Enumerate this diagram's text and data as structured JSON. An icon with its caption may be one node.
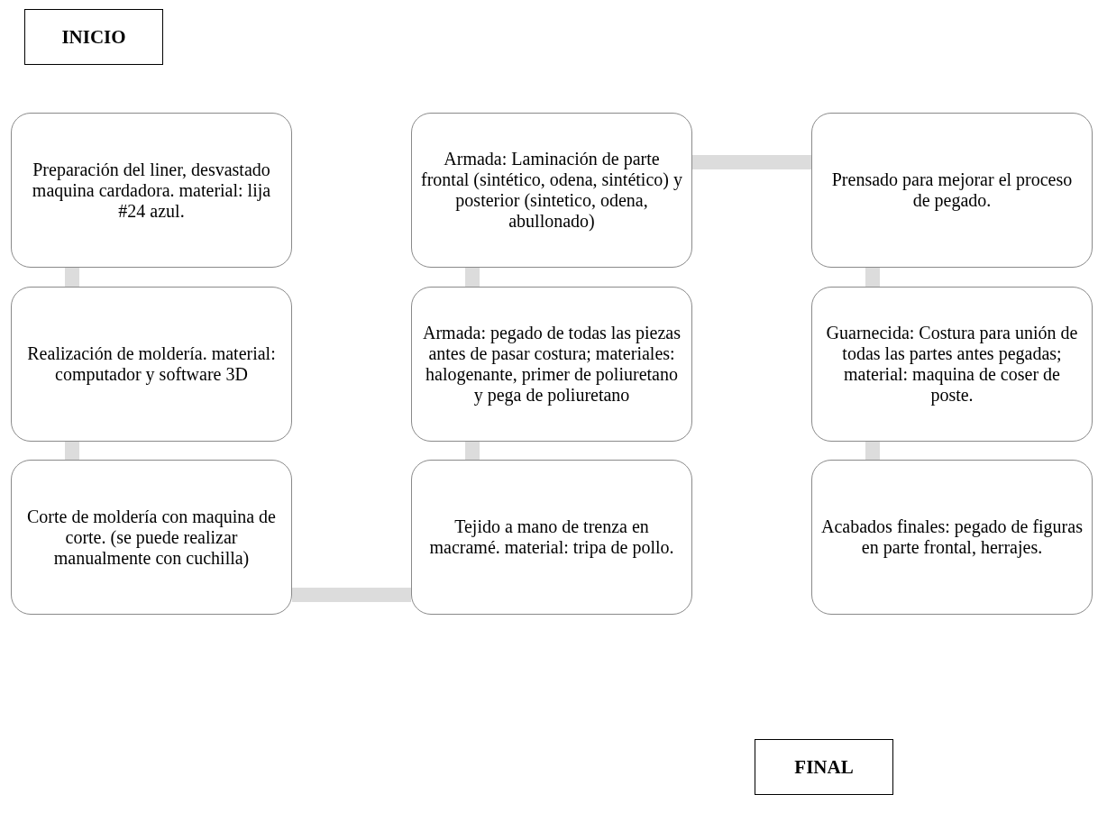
{
  "diagram": {
    "nodes": [
      {
        "text": [
          "INICIO"
        ]
      },
      {
        "text": [
          "Preparación del liner, desvastado maquina cardadora. material: lija #24 azul."
        ]
      },
      {
        "text": [
          "Armada: Laminación de parte frontal (sintético, odena, sintético) y posterior (sintetico, odena, abullonado)"
        ]
      },
      {
        "text": [
          "Prensado para mejorar el proceso de pegado."
        ]
      },
      {
        "text": [
          "Realización de moldería. material: computador y software 3D"
        ]
      },
      {
        "text": [
          "Armada: pegado de todas las piezas antes de pasar costura; materiales: halogenante, primer de poliuretano y pega de poliuretano"
        ]
      },
      {
        "text": [
          "Guarnecida: Costura para unión de todas las partes antes pegadas; material: maquina de coser de poste."
        ]
      },
      {
        "text": [
          "Corte de moldería con maquina de corte. (se puede realizar manualmente con cuchilla)"
        ]
      },
      {
        "text": [
          "Tejido a mano de trenza en macramé. material: tripa de pollo."
        ]
      },
      {
        "text": [
          "Acabados finales: pegado de figuras en parte frontal, herrajes."
        ]
      },
      {
        "text": [
          "FINAL"
        ]
      }
    ],
    "edges": [
      {
        "from": 1,
        "to": 4,
        "arrow": "none"
      },
      {
        "from": 4,
        "to": 7,
        "arrow": "none"
      },
      {
        "from": 7,
        "to": 8,
        "arrow": "none"
      },
      {
        "from": 8,
        "to": 5,
        "arrow": "none"
      },
      {
        "from": 5,
        "to": 2,
        "arrow": "none"
      },
      {
        "from": 2,
        "to": 3,
        "arrow": "none"
      },
      {
        "from": 3,
        "to": 6,
        "arrow": "none"
      },
      {
        "from": 6,
        "to": 9,
        "arrow": "none"
      }
    ]
  }
}
